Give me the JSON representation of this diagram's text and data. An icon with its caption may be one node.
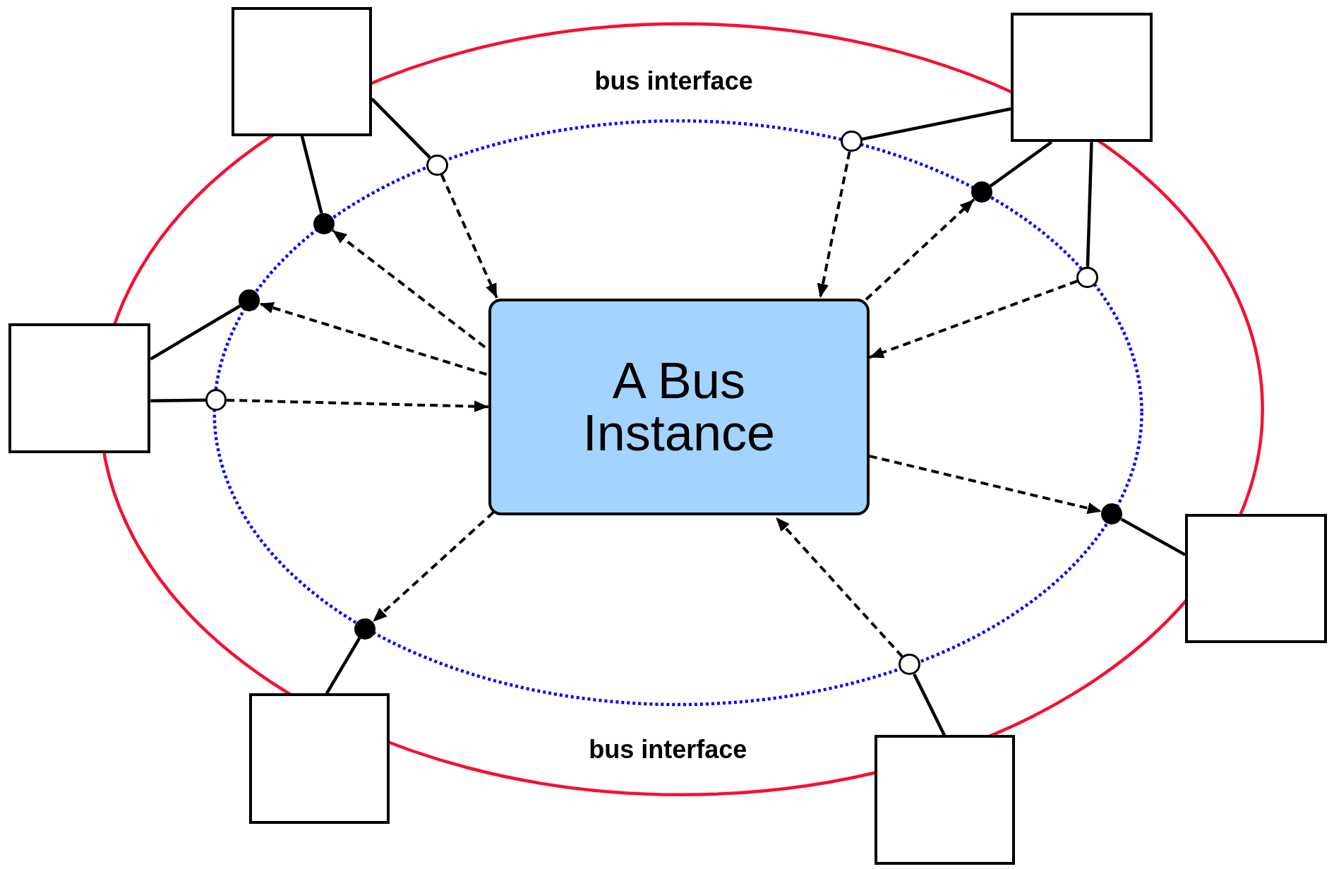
{
  "diagram": {
    "nodes": [
      {
        "text": [
          "A Bus Instance"
        ]
      },
      {
        "text": [],
        "shape": "box"
      },
      {
        "text": [],
        "shape": "box"
      },
      {
        "text": [],
        "shape": "box"
      },
      {
        "text": [],
        "shape": "box"
      },
      {
        "text": [],
        "shape": "box"
      },
      {
        "text": [],
        "shape": "box"
      },
      {
        "text": [],
        "shape": "circle"
      },
      {
        "text": [],
        "shape": "circle"
      },
      {
        "text": [],
        "shape": "dot"
      },
      {
        "text": [],
        "shape": "dot"
      },
      {
        "text": [],
        "shape": "circle"
      },
      {
        "text": [],
        "shape": "dot"
      },
      {
        "text": [],
        "shape": "circle"
      },
      {
        "text": [],
        "shape": "dot"
      },
      {
        "text": [],
        "shape": "dot"
      },
      {
        "text": [],
        "shape": "circle"
      }
    ],
    "edges": [
      {
        "from": 1,
        "to": 8,
        "arrow": "none"
      },
      {
        "from": 1,
        "to": 10,
        "arrow": "none"
      },
      {
        "from": 2,
        "to": 7,
        "arrow": "none"
      },
      {
        "from": 2,
        "to": 9,
        "arrow": "none"
      },
      {
        "from": 2,
        "to": 11,
        "arrow": "none"
      },
      {
        "from": 3,
        "to": 12,
        "arrow": "none"
      },
      {
        "from": 3,
        "to": 13,
        "arrow": "none"
      },
      {
        "from": 4,
        "to": 14,
        "arrow": "none"
      },
      {
        "from": 5,
        "to": 15,
        "arrow": "none"
      },
      {
        "from": 6,
        "to": 16,
        "arrow": "none"
      },
      {
        "from": 8,
        "to": 0,
        "arrow": "to",
        "style": "dashed"
      },
      {
        "from": 0,
        "to": 10,
        "arrow": "to",
        "style": "dashed"
      },
      {
        "from": 7,
        "to": 0,
        "arrow": "to",
        "style": "dashed"
      },
      {
        "from": 0,
        "to": 9,
        "arrow": "to",
        "style": "dashed"
      },
      {
        "from": 11,
        "to": 0,
        "arrow": "to",
        "style": "dashed"
      },
      {
        "from": 0,
        "to": 12,
        "arrow": "to",
        "style": "dashed"
      },
      {
        "from": 13,
        "to": 0,
        "arrow": "to",
        "style": "dashed"
      },
      {
        "from": 0,
        "to": 14,
        "arrow": "to",
        "style": "dashed"
      },
      {
        "from": 0,
        "to": 15,
        "arrow": "to",
        "style": "dashed"
      },
      {
        "from": 16,
        "to": 0,
        "arrow": "to",
        "style": "dashed"
      }
    ],
    "labels": [
      "bus interface",
      "bus interface"
    ]
  }
}
